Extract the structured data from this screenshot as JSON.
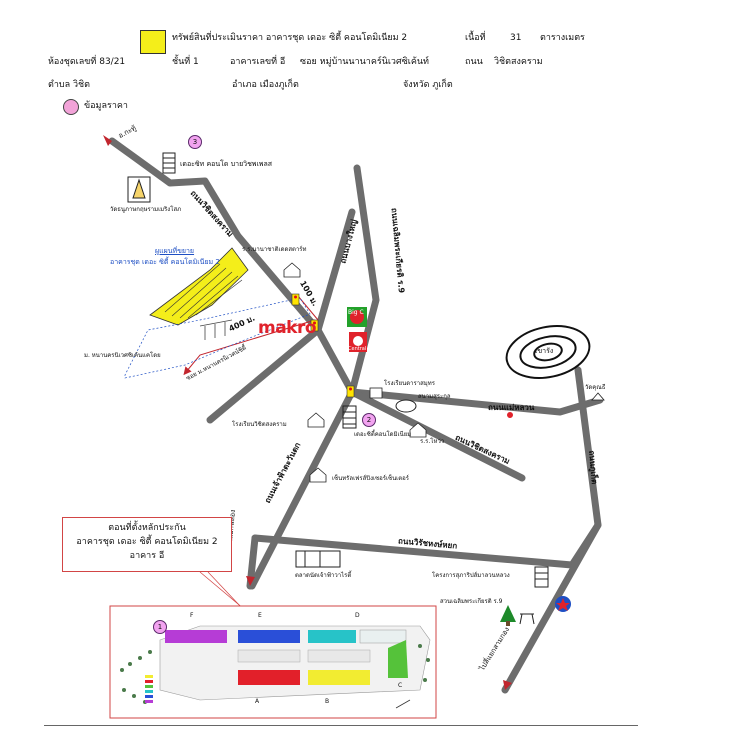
{
  "header": {
    "legend_subject": "ทรัพย์สินที่ประเมินราคา อาคารชุด เดอะ ซิตี้ คอนโดมิเนียม 2",
    "area_label": "เนื้อที่",
    "area_value": "31",
    "area_unit": "ตารางเมตร",
    "room_no": "ห้องชุดเลขที่ 83/21",
    "floor": "ชั้นที่ 1",
    "building": "อาคารเลขที่ อี",
    "soi": "ซอย หมู่บ้านนานาคร์นิเวศซิเค้นท์",
    "road_label": "ถนน",
    "road_value": "วิชิตสงคราม",
    "tambon": "ตำบล วิชิต",
    "amphoe": "อำเภอ เมืองภูเก็ต",
    "province": "จังหวัด ภูเก็ต",
    "legend_data": "ข้อมูลราคา"
  },
  "map": {
    "to_kathu": "อ.กะทู้",
    "condo_bypass": "เดอะซิท คอนโด บายวิชพเพลส",
    "temple": "วัดธนูภาษกฤษรามเมริงโสภ",
    "road_wichit_top": "ถนนวิชิตสงคราม",
    "plan_title": "ผูแผนที่ขยาย",
    "plan_subtitle": "อาคารชุด เดอะ ซิตี้ คอนโดมิเนียม 2",
    "school_intl": "ร.ร.นานาชาติเดดสตาร์ท",
    "road_bangyai": "ถนนบางใหญ่",
    "road_chaloem": "ถนนเฉลิมพระเกียรติ ร.9",
    "dist_100": "100 ม.",
    "dist_400": "400 ม.",
    "makro": "makro",
    "big_c": "Big C",
    "central": "Central",
    "soi_village": "ซอย ม.หนานครนิเวศน์ซิตี้",
    "village_name": "ม. หนานครนิเวศซิเค้นแคโดย",
    "mountain": "เขารัง",
    "temple_kajon": "วัดคุณธี",
    "school_phuket": "โรงเรียนดาราสมุทร",
    "stadium": "สนามสุระกุล",
    "road_mae_luan": "ถนนแม่หลวน",
    "school_wichit": "โรงเรียนวิชิตสงคราม",
    "condo_site": "เดอะซิตี้คอนโดมิเนียม",
    "school_right": "ร.ร.โหว่ว",
    "road_wichit_right": "ถนนวิชิตสงคราม",
    "road_phuket_right": "ถนนภูเก็ต",
    "road_chao_fah": "ถนนเจ้าฟ้าตะวันตก",
    "center_dev": "เซ็นทรัลเฟรส์ปิงเซอร์เซ็นเตอร์",
    "road_chalong_down": "ไปห้าแยกฉลอง",
    "market": "ตลาดนัดเจ้าฟ้าวาไรตี้",
    "road_wichit_songkhram": "ถนนวิชิตสงคราม",
    "road_wirat": "ถนนวิรัชหงษ์หยก",
    "project_right": "โครงการสุภาริปส์มาลวนหลวง",
    "park": "สวนเฉลิมพระเกียรติ ร.9",
    "to_sam_kong": "ไปสี่แยกสามกอง",
    "marker_1": "1",
    "marker_2": "2",
    "marker_3": "3"
  },
  "callout": {
    "line1": "ตอนที่ตั้งหลักประกัน",
    "line2": "อาคารชุด เดอะ ซิตี้ คอนโดมิเนียม 2",
    "line3": "อาคาร อี"
  },
  "site_plan": {
    "label_f": "F",
    "label_e": "E",
    "label_d": "D",
    "label_a": "A",
    "label_b": "B",
    "label_c": "C"
  },
  "colors": {
    "road": "#6d6d6d",
    "arrow": "#c2262e",
    "yellow": "#f4ee1a",
    "pink": "#f2a3d8",
    "plan_border": "#d24545"
  }
}
